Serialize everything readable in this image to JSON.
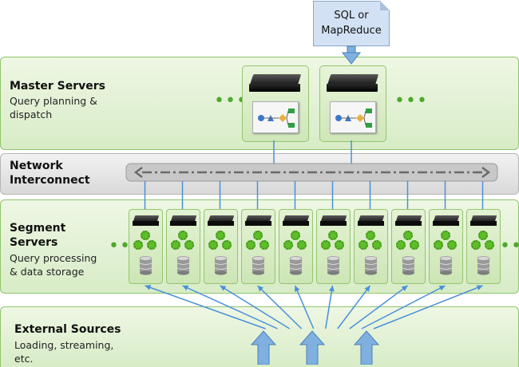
{
  "query_note": {
    "line1": "SQL or",
    "line2": "MapReduce"
  },
  "master": {
    "title": "Master Servers",
    "subtitle_line1": "Query planning &",
    "subtitle_line2": "dispatch"
  },
  "network": {
    "title_line1": "Network",
    "title_line2": "Interconnect"
  },
  "segment": {
    "title_line1": "Segment",
    "title_line2": "Servers",
    "subtitle_line1": "Query processing",
    "subtitle_line2": "& data storage"
  },
  "external": {
    "title": "External Sources",
    "subtitle_line1": "Loading, streaming,",
    "subtitle_line2": "etc."
  },
  "ellipsis": "•••",
  "colors": {
    "band_green": "#d8ecc7",
    "border_green": "#8fc46a",
    "link_blue": "#4a90d9",
    "arrow_blue": "#7fb0e0",
    "interconnect_gray": "#d9d9d9"
  },
  "icons": {
    "server": "server-icon",
    "workflow": "workflow-screen-icon",
    "gear": "gear-icon",
    "database": "database-icon"
  }
}
